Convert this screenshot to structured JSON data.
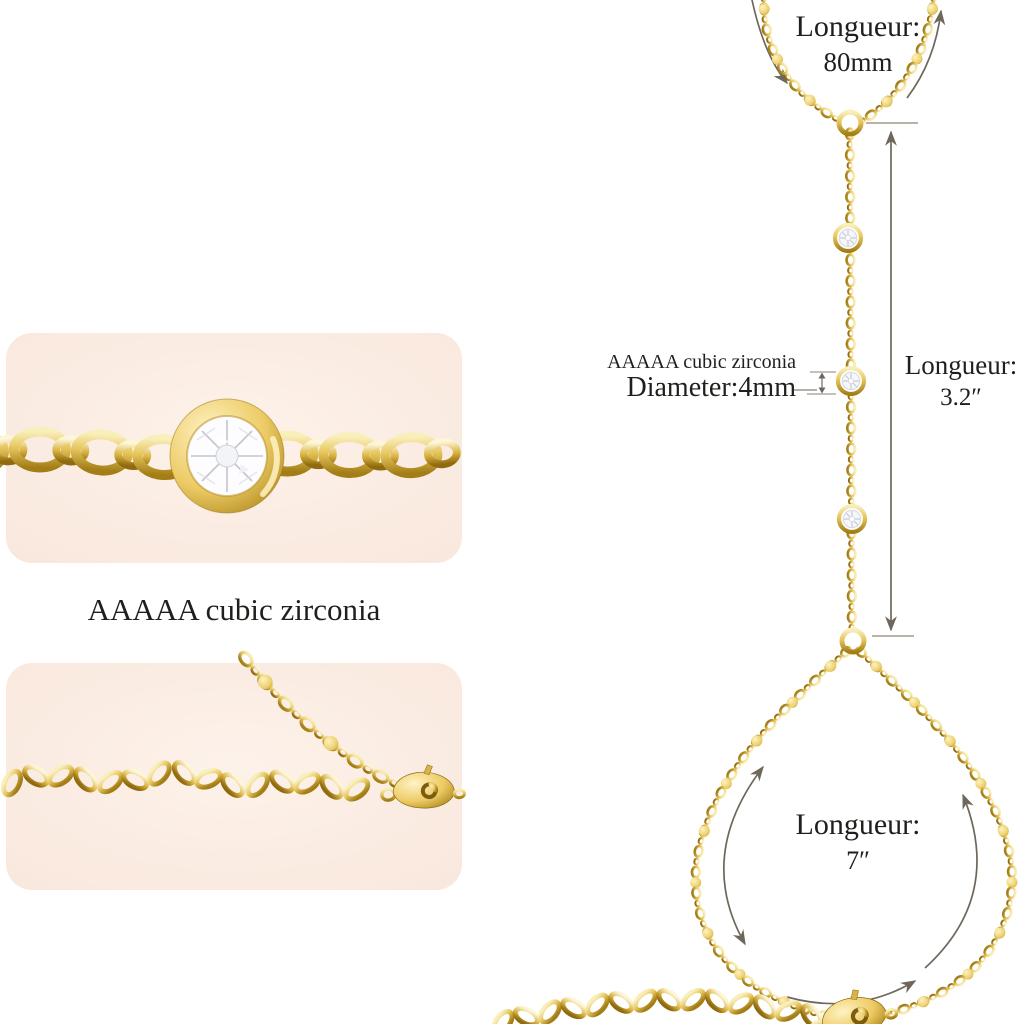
{
  "colors": {
    "gold": "#e0bc4e",
    "gold_dark": "#9c7712",
    "gold_light": "#f9efbc",
    "card_bg": "#fbece3",
    "arrow": "#6f675c",
    "text": "#201f1c",
    "stone": "#fdfdff"
  },
  "parts": {
    "stone_icon": "cubic-zirconia-stone",
    "clasp_icon": "lobster-clasp",
    "ring_icon": "jump-ring",
    "chain_icon": "gold-cable-chain"
  },
  "left_panel": {
    "caption": "AAAAA cubic zirconia"
  },
  "diagram": {
    "top_loop": {
      "label": "Longueur:",
      "value": "80mm"
    },
    "drop_chain": {
      "label": "Longueur:",
      "value": "3.2″"
    },
    "stone_callout": {
      "material": "AAAAA cubic zirconia",
      "diameter": "Diameter:4mm"
    },
    "bottom_loop": {
      "label": "Longueur:",
      "value": "7″"
    }
  }
}
